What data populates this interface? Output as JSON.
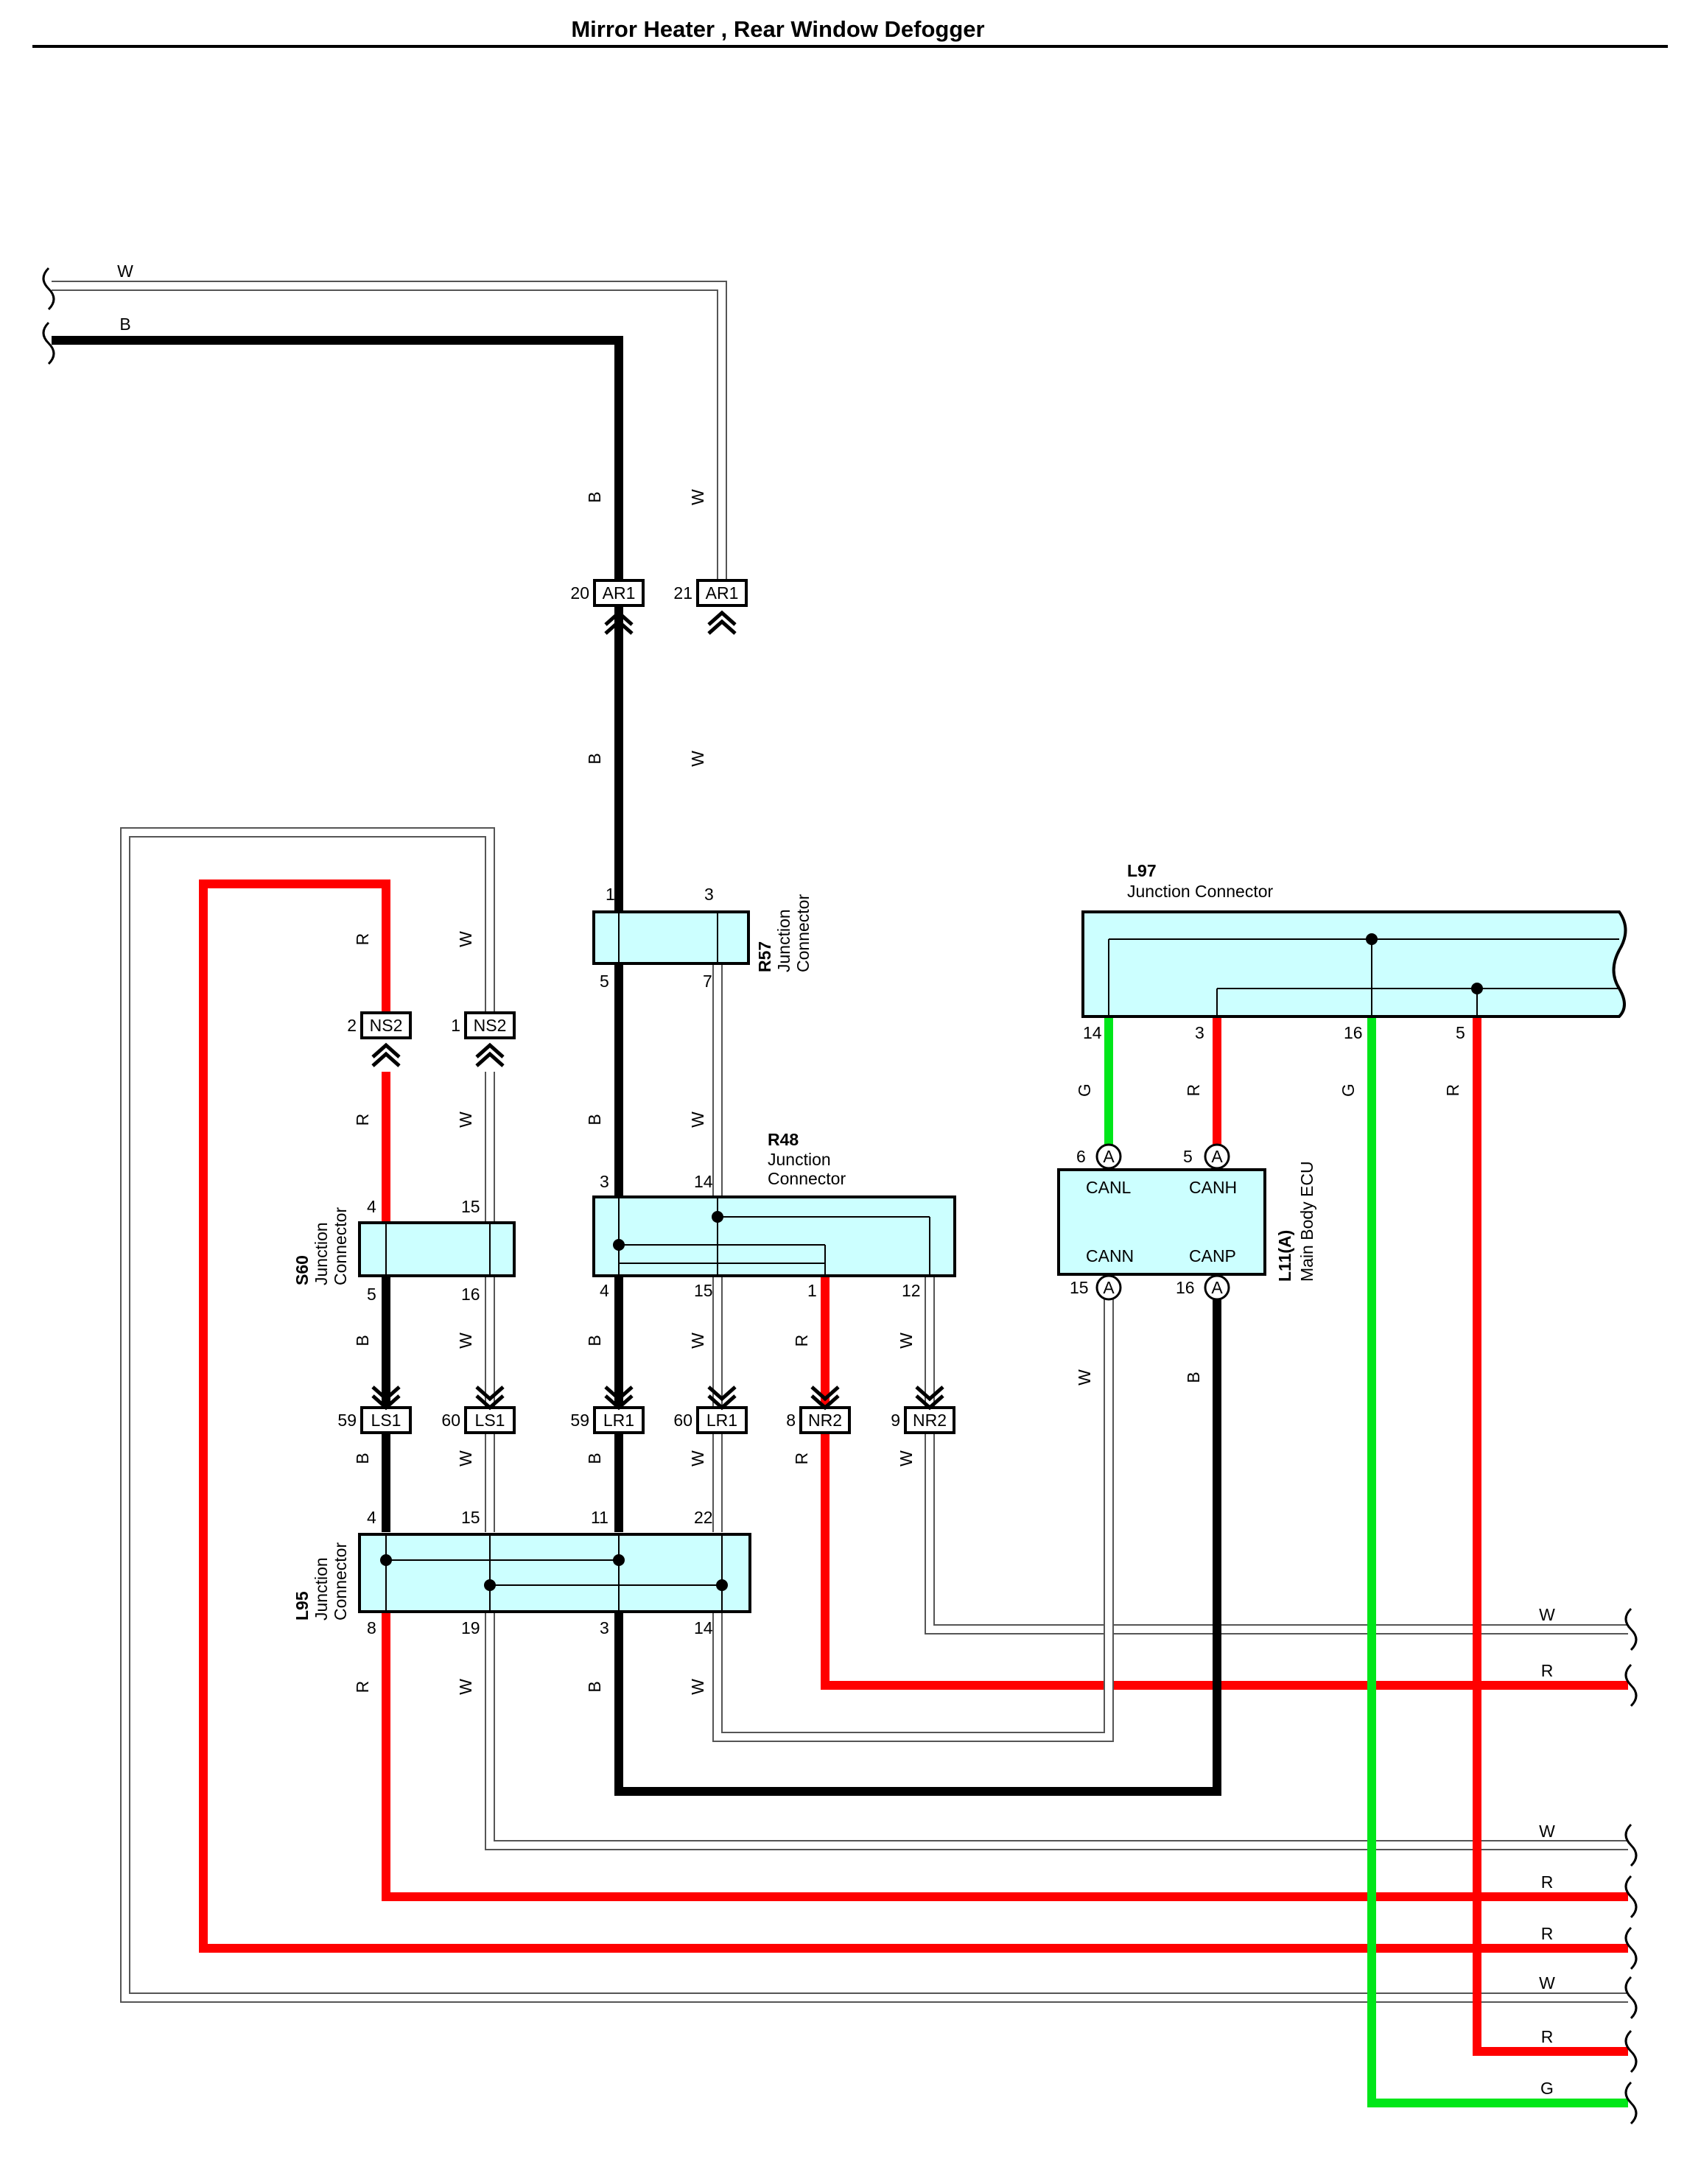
{
  "title": "Mirror Heater , Rear Window Defogger",
  "colors": {
    "B": "#000000",
    "W": "#ffffff",
    "R": "#ff0000",
    "G": "#00e619",
    "connector_fill": "#ccffff"
  },
  "wire_codes": {
    "W": "W",
    "B": "B",
    "R": "R",
    "G": "G"
  },
  "connectors": {
    "R57": {
      "id": "R57",
      "desc": "Junction Connector",
      "pins": [
        "1",
        "3",
        "5",
        "7"
      ]
    },
    "R48": {
      "id": "R48",
      "desc": "Junction Connector",
      "pins": [
        "3",
        "14",
        "4",
        "15",
        "1",
        "12"
      ]
    },
    "S60": {
      "id": "S60",
      "desc": "Junction Connector",
      "pins": [
        "4",
        "15",
        "5",
        "16"
      ]
    },
    "L95": {
      "id": "L95",
      "desc": "Junction Connector",
      "pins": [
        "4",
        "15",
        "11",
        "22",
        "8",
        "19",
        "3",
        "14"
      ]
    },
    "L97": {
      "id": "L97",
      "desc": "Junction Connector",
      "pins": [
        "14",
        "3",
        "16",
        "5"
      ]
    },
    "L11": {
      "id": "L11(A)",
      "desc": "Main Body ECU",
      "terminals": [
        "CANL",
        "CANH",
        "CANN",
        "CANP"
      ],
      "pins": [
        "6",
        "5",
        "15",
        "16"
      ],
      "pin_letter": "A"
    }
  },
  "inline": {
    "AR1": {
      "code": "AR1",
      "pins": [
        "20",
        "21"
      ]
    },
    "NS2": {
      "code": "NS2",
      "pins": [
        "2",
        "1"
      ]
    },
    "LS1": {
      "code": "LS1",
      "pins": [
        "59",
        "60"
      ]
    },
    "LR1": {
      "code": "LR1",
      "pins": [
        "59",
        "60"
      ]
    },
    "NR2": {
      "code": "NR2",
      "pins": [
        "8",
        "9"
      ]
    }
  }
}
